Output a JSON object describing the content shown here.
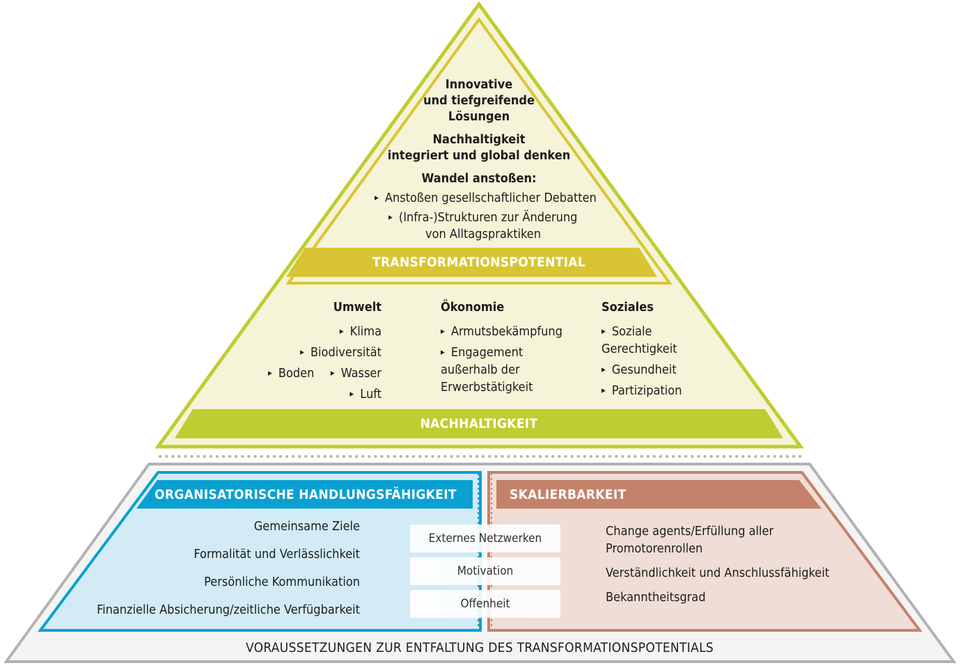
{
  "top": {
    "line1": "Innovative",
    "line2": "und tiefgreifende",
    "line3": "Lösungen",
    "line4": "Nachhaltigkeit",
    "line5": "integriert und global denken",
    "line6": "Wandel anstoßen:",
    "bullet1": "Anstoßen gesellschaftlicher Debatten",
    "bullet2a": "(Infra-)Strukturen zur Änderung",
    "bullet2b": "von Alltagspraktiken",
    "band": "TRANSFORMATIONSPOTENTIAL"
  },
  "middle": {
    "umwelt": {
      "title": "Umwelt",
      "klima": "Klima",
      "biodiversitaet": "Biodiversität",
      "boden": "Boden",
      "wasser": "Wasser",
      "luft": "Luft"
    },
    "oekonomie": {
      "title": "Ökonomie",
      "item1": "Armutsbekämpfung",
      "item2a": "Engagement",
      "item2b": "außerhalb der",
      "item2c": "Erwerbstätigkeit"
    },
    "soziales": {
      "title": "Soziales",
      "item1a": "Soziale",
      "item1b": "Gerechtigkeit",
      "item2": "Gesundheit",
      "item3": "Partizipation"
    },
    "band": "NACHHALTIGKEIT"
  },
  "bottom": {
    "left_band": "ORGANISATORISCHE HANDLUNGSFÄHIGKEIT",
    "right_band": "SKALIERBARKEIT",
    "left_items": [
      "Gemeinsame Ziele",
      "Formalität und Verlässlichkeit",
      "Persönliche Kommunikation",
      "Finanzielle Absicherung/zeitliche Verfügbarkeit"
    ],
    "center_items": [
      "Externes Netzwerken",
      "Motivation",
      "Offenheit"
    ],
    "right_item1a": "Change agents/Erfüllung aller",
    "right_item1b": "Promotorenrollen",
    "right_item2": "Verständlichkeit und Anschlussfähigkeit",
    "right_item3": "Bekanntheitsgrad",
    "footer": "VORAUSSETZUNGEN ZUR ENTFALTUNG DES TRANSFORMATIONSPOTENTIALS"
  },
  "colors": {
    "green": "#bfcd30",
    "yellow": "#d9c533",
    "cream": "#f5f3d8",
    "blue": "#0aa0d2",
    "light_blue": "#d2ebf6",
    "brown": "#c4826b",
    "light_brown": "#f0ddd5",
    "grey": "#b2b2b2"
  }
}
